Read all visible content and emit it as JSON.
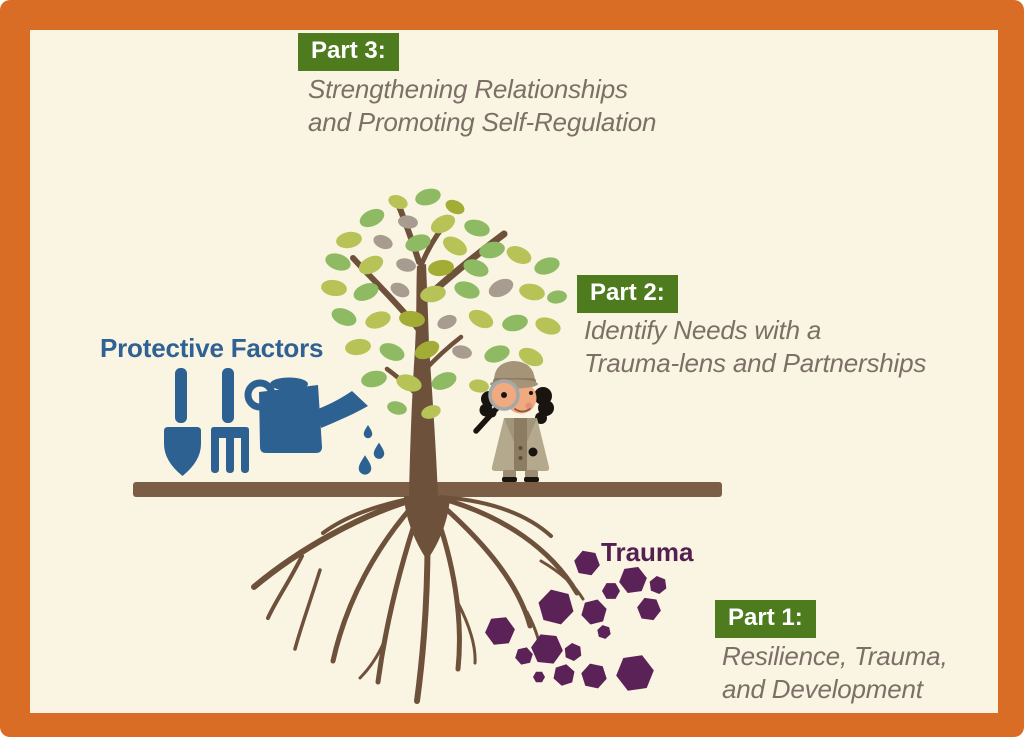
{
  "parts": {
    "part3": {
      "label": "Part 3:",
      "lines": [
        "Strengthening Relationships",
        "and Promoting Self-Regulation"
      ]
    },
    "part2": {
      "label": "Part 2:",
      "lines": [
        "Identify Needs with a",
        "Trauma-lens and Partnerships"
      ]
    },
    "part1": {
      "label": "Part 1:",
      "lines": [
        "Resilience, Trauma,",
        "and Development"
      ]
    }
  },
  "labels": {
    "protective_factors": "Protective Factors",
    "trauma": "Trauma"
  },
  "icons": [
    "tree-icon",
    "garden-trowel-icon",
    "garden-fork-icon",
    "watering-can-icon",
    "water-drops-icon",
    "detective-with-magnifying-glass-icon",
    "trauma-hexagons-icon",
    "roots-icon"
  ],
  "colors": {
    "frame_orange": "#d96d26",
    "canvas_cream": "#faf4e2",
    "badge_green": "#4d7b1e",
    "badge_text": "#ffffff",
    "caption_gray": "#7b6f66",
    "protective_blue": "#2f6195",
    "trauma_purple": "#532050",
    "hex_purple": "#5b2257",
    "tool_blue": "#2d6191",
    "trunk_brown": "#6e513b",
    "ground_brown": "#7c5e46",
    "leaf_light": "#b7c356",
    "leaf_mid": "#8eba64",
    "leaf_olive": "#a3ad36",
    "leaf_gray": "#a89b8f",
    "coat_tan": "#b4a98d",
    "hat_tan": "#a59478",
    "shirt_brown": "#8c7d62",
    "hair_black": "#191410",
    "skin_peach": "#efaa80",
    "blush": "#e2907c",
    "lens_rim": "#a3a8a9",
    "boot_tan": "#9c8d72"
  }
}
